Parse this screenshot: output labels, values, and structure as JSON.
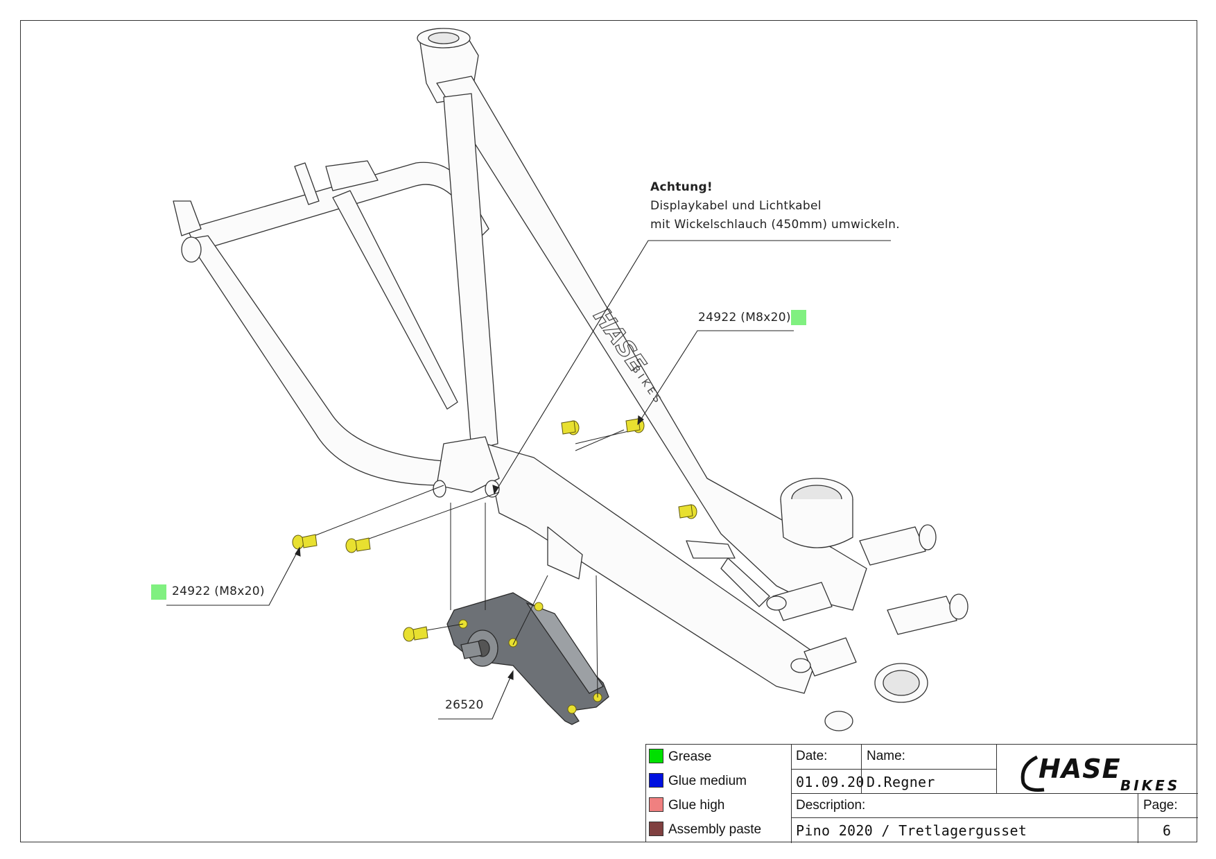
{
  "notes": {
    "warning_title": "Achtung!",
    "warning_line1": "Displaykabel und Lichtkabel",
    "warning_line2": "mit Wickelschlauch (450mm) umwickeln."
  },
  "callouts": {
    "screw_right": "24922 (M8x20)",
    "screw_left": "24922 (M8x20)",
    "part": "26520"
  },
  "frame_logo": "HASE BIKES",
  "legend": [
    {
      "label": "Grease",
      "color": "#00e000"
    },
    {
      "label": "Glue medium",
      "color": "#0010e0"
    },
    {
      "label": "Glue high",
      "color": "#f08080"
    },
    {
      "label": "Assembly paste",
      "color": "#804040"
    }
  ],
  "title_block": {
    "date_label": "Date:",
    "date_value": "01.09.20",
    "name_label": "Name:",
    "name_value": "D.Regner",
    "description_label": "Description:",
    "description_value": "Pino 2020 / Tretlagergusset",
    "page_label": "Page:",
    "page_value": "6",
    "logo_text_main": "HASE",
    "logo_text_sub": "BIKES"
  },
  "colors": {
    "grease_highlight": "#80f080",
    "screw": "#e8e030",
    "casting": "#6a6e72"
  }
}
